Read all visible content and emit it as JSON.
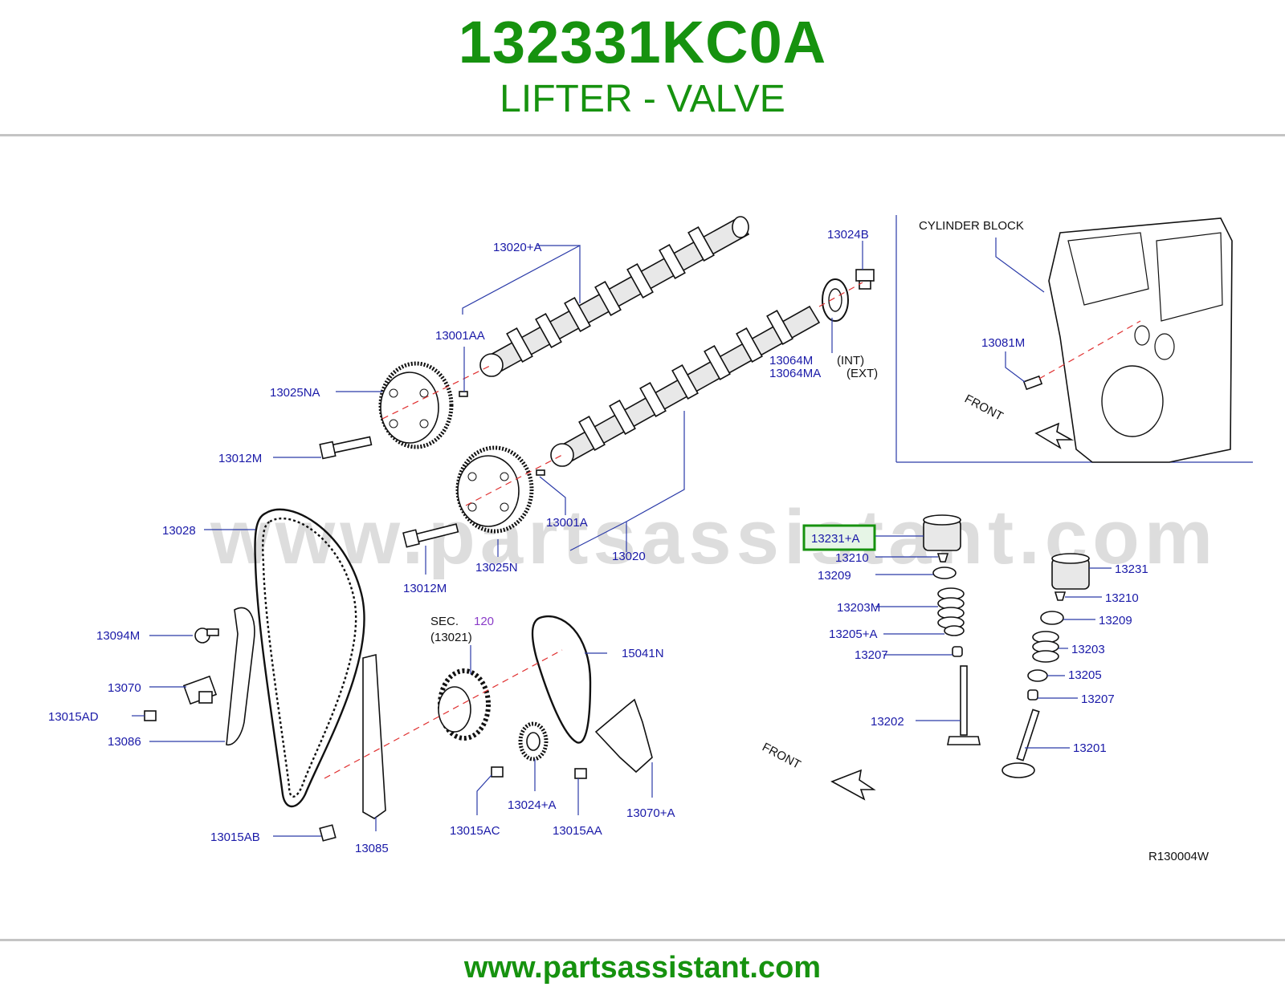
{
  "header": {
    "part_number": "132331KC0A",
    "part_name": "LIFTER - VALVE"
  },
  "diagram": {
    "watermark": "www.partsassistant.com",
    "highlighted_label": "13231+A",
    "labels": {
      "p13020A": "13020+A",
      "p13001AA": "13001AA",
      "p13025NA": "13025NA",
      "p13012M_a": "13012M",
      "p13024B": "13024B",
      "p13064M": "13064M",
      "int": "(INT)",
      "p13064MA": "13064MA",
      "ext": "(EXT)",
      "p13001A": "13001A",
      "p13020": "13020",
      "p13025N": "13025N",
      "p13012M_b": "13012M",
      "p13028": "13028",
      "p13094M": "13094M",
      "p13070": "13070",
      "p13015AD": "13015AD",
      "p13086": "13086",
      "sec": "SEC.",
      "sec_num": "120",
      "p13021": "(13021)",
      "p15041N": "15041N",
      "p13015AB": "13015AB",
      "p13085": "13085",
      "p13015AC": "13015AC",
      "p13024A": "13024+A",
      "p13015AA": "13015AA",
      "p13070A": "13070+A",
      "cyl_block": "CYLINDER   BLOCK",
      "p13081M": "13081M",
      "front_inset": "FRONT",
      "p13210_a": "13210",
      "p13209_a": "13209",
      "p13203M": "13203M",
      "p13205A": "13205+A",
      "p13207_a": "13207",
      "p13202": "13202",
      "p13231": "13231",
      "p13210_b": "13210",
      "p13209_b": "13209",
      "p13203": "13203",
      "p13205": "13205",
      "p13207_b": "13207",
      "p13201": "13201",
      "front_main": "FRONT",
      "ref_code": "R130004W"
    }
  },
  "footer": {
    "url": "www.partsassistant.com"
  }
}
